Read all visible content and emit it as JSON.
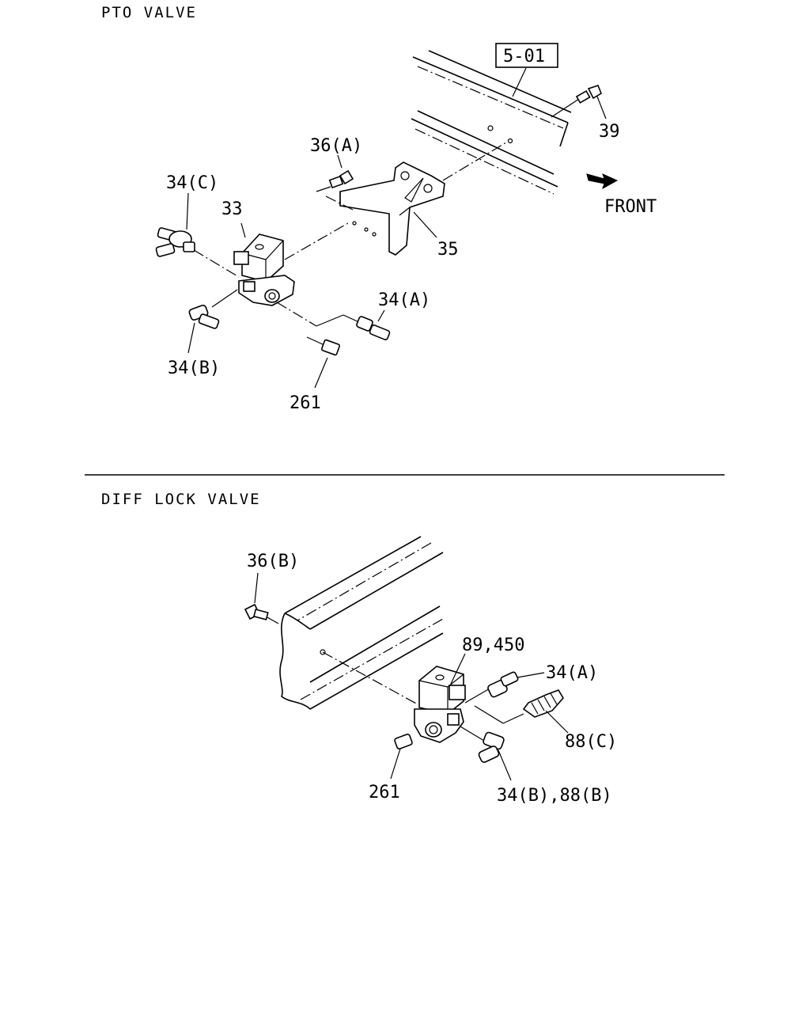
{
  "sections": [
    {
      "title": "PTO VALVE",
      "ref_box": "5-01",
      "direction_label": "FRONT",
      "callouts": [
        "39",
        "36(A)",
        "34(C)",
        "33",
        "35",
        "34(A)",
        "34(B)",
        "261"
      ]
    },
    {
      "title": "DIFF LOCK VALVE",
      "callouts": [
        "36(B)",
        "89,450",
        "34(A)",
        "88(C)",
        "261",
        "34(B),88(B)"
      ]
    }
  ],
  "colors": {
    "ink": "#000000",
    "paper": "#ffffff"
  }
}
